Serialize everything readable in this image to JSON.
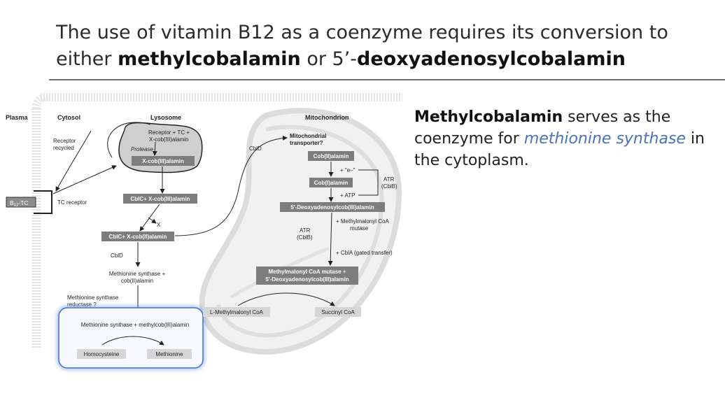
{
  "slide": {
    "title_pre": "The use of vitamin B12 as a coenzyme requires its conversion to either ",
    "title_term1": "methylcobalamin",
    "title_mid": " or 5’-",
    "title_term2": "deoxyadenosylcobalamin",
    "body_term": "Methylcobalamin",
    "body_text1": " serves as the coenzyme for ",
    "body_enzyme": "methionine synthase",
    "body_text2": " in the cytoplasm."
  },
  "diagram": {
    "regions": {
      "plasma": "Plasma",
      "cytosol": "Cytosol",
      "lysosome": "Lysosome",
      "mitochondrion": "Mitochondrion"
    },
    "labels": {
      "receptor_recycled_1": "Receptor",
      "receptor_recycled_2": "recycled",
      "tc_receptor": "TC receptor",
      "b12tc_pre": "B",
      "b12tc_sub": "12",
      "b12tc_post": "-TC",
      "receptor_tc_1": "Receptor + TC +",
      "receptor_tc_2": "X-cob(III)alamin",
      "protease": "Protease",
      "x_cob": "X-cob(III)alamin",
      "cblc_x_cob_1": "CblC+ X-cob(III)alamin",
      "x": "X",
      "cblc_x_cob_2": "CblC+ X-cob(II)alamin",
      "cbld_left": "CblD",
      "cbld_top": "CblD",
      "ms_cob_1": "Methionine synthase +",
      "ms_cob_2": "cob(II)alamin",
      "msr_1": "Methionine synthase",
      "msr_2": "reductase ?",
      "ms_methylcob": "Methionine synthase + methylcob(III)alamin",
      "homocysteine": "Homocysteine",
      "methionine": "Methionine",
      "mito_transporter_1": "Mitochondrial",
      "mito_transporter_2": "transporter?",
      "cob_ii": "Cob(II)alamin",
      "plus_e": "+ \"e–\"",
      "cob_i": "Cob(I)alamin",
      "plus_atp": "+ ATP",
      "atr_cblb_1": "ATR",
      "atr_cblb_2": "(CblB)",
      "deoxyad_cob": "5'-Deoxyadenosylcob(III)alamin",
      "plus_mmcoa_1": "+ Methylmalonyl CoA",
      "plus_mmcoa_2": "mutase",
      "atr_cblb_3": "ATR",
      "atr_cblb_4": "(CblB)",
      "cbla": "+ CblA (gated transfer)",
      "mm_complex_1": "Methylmalonyl CoA mutase +",
      "mm_complex_2": "5'-Deoxyadenosylcob(III)alamin",
      "l_mmcoa": "L-Methylmalonyl CoA",
      "succinyl": "Succinyl CoA"
    }
  }
}
